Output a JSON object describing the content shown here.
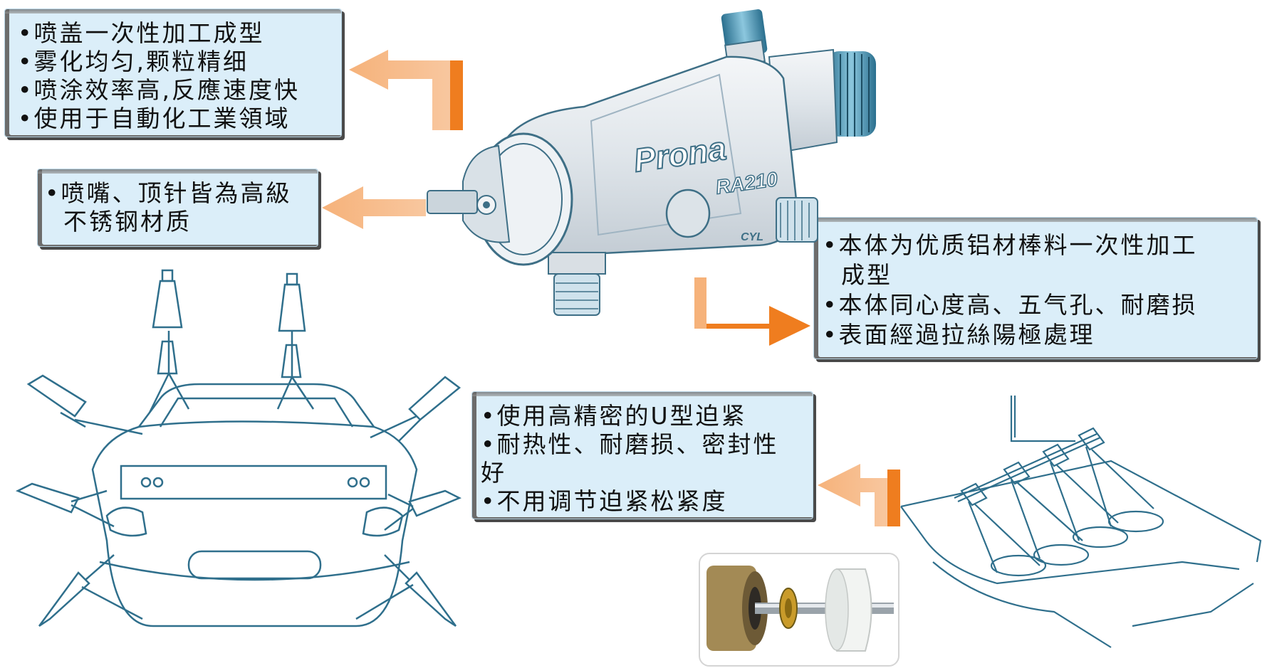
{
  "callouts": {
    "top_left": {
      "lines": [
        "•喷盖一次性加工成型",
        "•雾化均匀,颗粒精细",
        "•喷涂效率高,反應速度快",
        "•使用于自動化工業領域"
      ]
    },
    "mid_left": {
      "lines": [
        "•喷嘴、顶针皆為高級",
        "不锈钢材质"
      ]
    },
    "right": {
      "lines": [
        "•本体为优质铝材棒料一次性加工",
        "成型",
        "•本体同心度高、五气孔、耐磨损",
        "•表面經過拉絲陽極處理"
      ]
    },
    "bottom_mid": {
      "lines": [
        "•使用高精密的U型迫紧",
        "•耐热性、耐磨损、密封性",
        "好",
        "•不用调节迫紧松紧度"
      ]
    }
  },
  "product": {
    "brand": "Prona",
    "model": "RA210",
    "tag": "CYL"
  },
  "colors": {
    "callout_bg": "#dbeef9",
    "arrow_light": "#f6b27a",
    "arrow_dark": "#ef7d1f",
    "line_art": "#2f6f8c"
  },
  "icons": [
    "spray-gun-icon",
    "car-spraying-icon",
    "conveyor-spraying-icon",
    "u-seal-photo"
  ]
}
